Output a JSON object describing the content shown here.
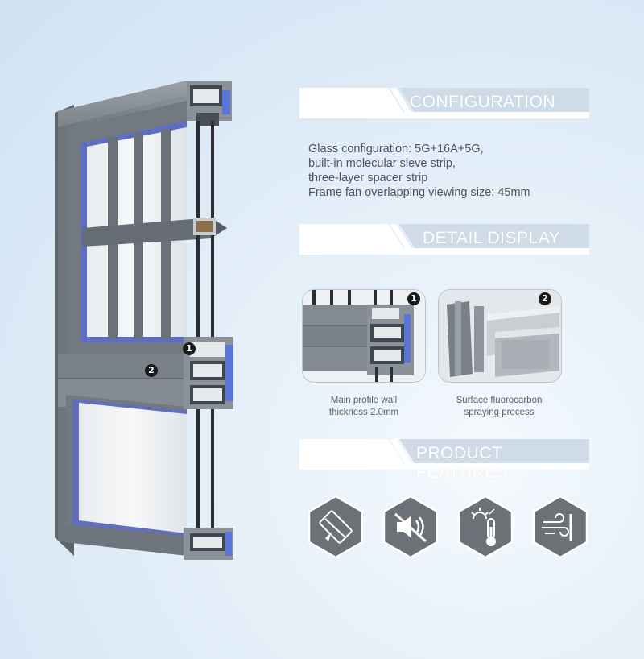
{
  "sections": {
    "configuration": {
      "title": "CONFIGURATION",
      "lines": [
        "Glass configuration: 5G+16A+5G,",
        "built-in molecular sieve strip,",
        "three-layer spacer strip",
        "Frame fan overlapping viewing size: 45mm"
      ]
    },
    "detail_display": {
      "title": "DETAIL DISPLAY",
      "items": [
        {
          "badge": "1",
          "caption_line1": "Main profile wall",
          "caption_line2": "thickness 2.0mm"
        },
        {
          "badge": "2",
          "caption_line1": "Surface fluorocarbon",
          "caption_line2": "spraying process"
        }
      ]
    },
    "product_features": {
      "title": "PRODUCT FEATURES",
      "icons": [
        "ruler-pencil-icon",
        "sound-mute-icon",
        "sun-thermometer-icon",
        "wind-barrier-icon"
      ]
    }
  },
  "window_markers": [
    "1",
    "2"
  ],
  "colors": {
    "frame_gray": "#7b8189",
    "thermal_blue": "#5b74d8",
    "banner_text": "#ffffff",
    "badge_bg": "#1a1a1a",
    "hex_bg": "#6c7178"
  }
}
